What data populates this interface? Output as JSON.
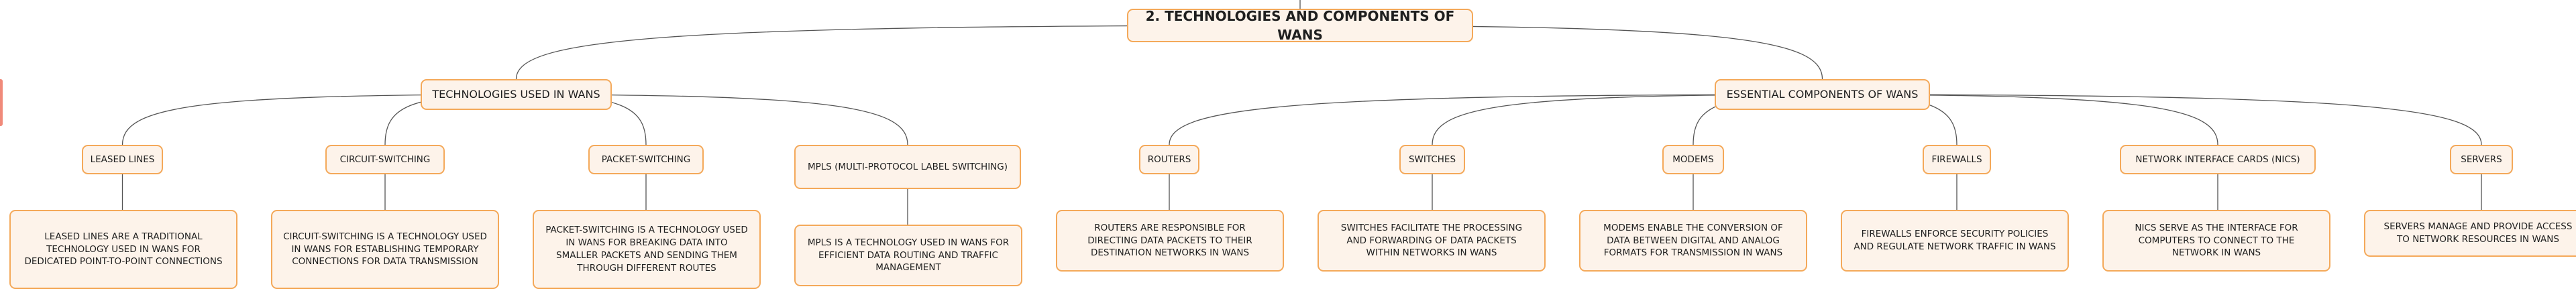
{
  "root": {
    "label": "2. TECHNOLOGIES AND COMPONENTS OF WANS"
  },
  "technologies": {
    "label": "TECHNOLOGIES USED IN WANS",
    "items": [
      {
        "label": "LEASED LINES",
        "description": "LEASED LINES ARE A TRADITIONAL TECHNOLOGY USED IN WANS FOR DEDICATED POINT-TO-POINT CONNECTIONS"
      },
      {
        "label": "CIRCUIT-SWITCHING",
        "description": "CIRCUIT-SWITCHING IS A TECHNOLOGY USED IN WANS FOR ESTABLISHING TEMPORARY CONNECTIONS FOR DATA TRANSMISSION"
      },
      {
        "label": "PACKET-SWITCHING",
        "description": "PACKET-SWITCHING IS A TECHNOLOGY USED IN WANS FOR BREAKING DATA INTO SMALLER PACKETS AND SENDING THEM THROUGH DIFFERENT ROUTES"
      },
      {
        "label": "MPLS (MULTI-PROTOCOL LABEL SWITCHING)",
        "description": "MPLS IS A TECHNOLOGY USED IN WANS FOR EFFICIENT DATA ROUTING AND TRAFFIC MANAGEMENT"
      }
    ]
  },
  "components": {
    "label": "ESSENTIAL COMPONENTS OF WANS",
    "items": [
      {
        "label": "ROUTERS",
        "description": "ROUTERS ARE RESPONSIBLE FOR DIRECTING DATA PACKETS TO THEIR DESTINATION NETWORKS IN WANS"
      },
      {
        "label": "SWITCHES",
        "description": "SWITCHES FACILITATE THE PROCESSING AND FORWARDING OF DATA PACKETS WITHIN NETWORKS IN WANS"
      },
      {
        "label": "MODEMS",
        "description": "MODEMS ENABLE THE CONVERSION OF DATA BETWEEN DIGITAL AND ANALOG FORMATS FOR TRANSMISSION IN WANS"
      },
      {
        "label": "FIREWALLS",
        "description": "FIREWALLS ENFORCE SECURITY POLICIES AND REGULATE NETWORK TRAFFIC IN WANS"
      },
      {
        "label": "NETWORK INTERFACE CARDS (NICS)",
        "description": "NICS SERVE AS THE INTERFACE FOR COMPUTERS TO CONNECT TO THE NETWORK IN WANS"
      },
      {
        "label": "SERVERS",
        "description": "SERVERS MANAGE AND PROVIDE ACCESS TO NETWORK RESOURCES IN WANS"
      }
    ]
  },
  "colors": {
    "node_fill": "#fdf3ea",
    "node_border": "#f4a95a",
    "connector": "#555555",
    "text": "#1f1f1f"
  }
}
